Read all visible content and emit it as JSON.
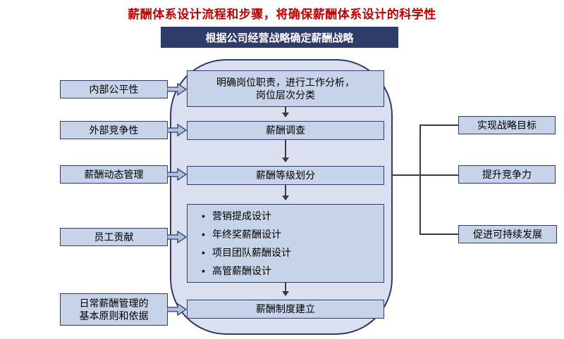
{
  "title": "薪酬体系设计流程和步骤，将确保薪酬体系设计的科学性",
  "strategy_header": "根据公司经营战略确定薪酬战略",
  "process": {
    "step1_line1": "明确岗位职责，进行工作分析，",
    "step1_line2": "岗位层次分类",
    "step2": "薪酬调查",
    "step3": "薪酬等级划分",
    "step4_items": [
      "营销提成设计",
      "年终奖薪酬设计",
      "项目团队薪酬设计",
      "高管薪酬设计"
    ],
    "step5": "薪酬制度建立"
  },
  "principles": {
    "item1": "内部公平性",
    "item2": "外部竞争性",
    "item3": "薪酬动态管理",
    "item4": "员工贡献",
    "item5_line1": "日常薪酬管理的",
    "item5_line2": "基本原则和依据"
  },
  "goals": {
    "item1": "实现战略目标",
    "item2": "提升竞争力",
    "item3": "促进可持续发展"
  },
  "colors": {
    "title_red": "#C00000",
    "navy": "#2F3B69",
    "container_fill": "#DAE0F0",
    "box_fill": "#C6D3E8",
    "arrow_fill": "#AEC2DE",
    "connector": "#3b3b3b"
  }
}
